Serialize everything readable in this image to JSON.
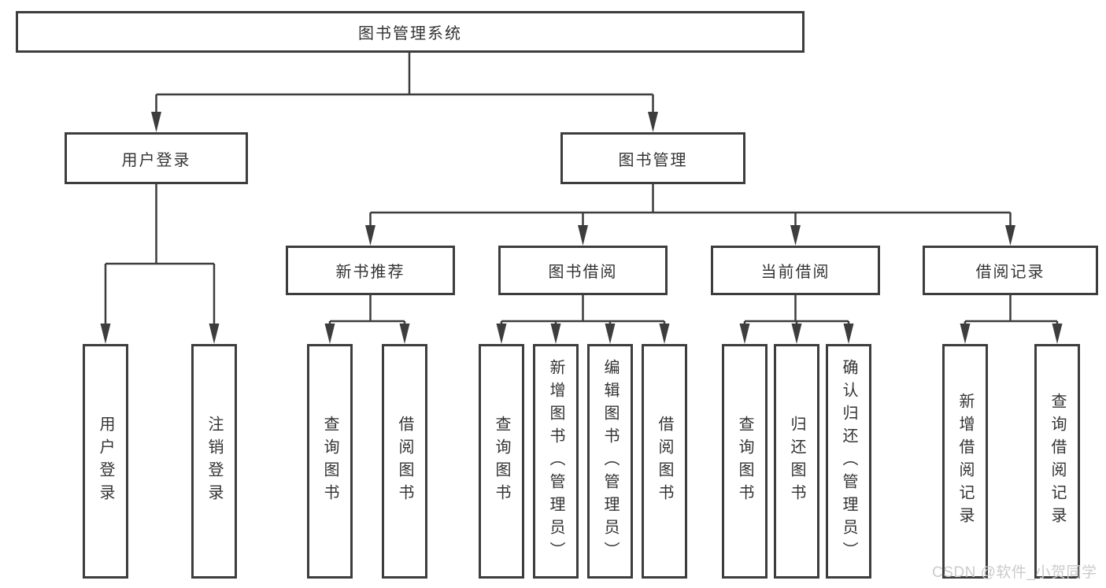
{
  "watermark": "CSDN @软件_小贺同学",
  "colors": {
    "border": "#3d3d3d",
    "line": "#3d3d3d",
    "text": "#333333",
    "watermark_color": "#cbcbcb",
    "background": "#ffffff"
  },
  "tree": {
    "label": "图书管理系统",
    "children": [
      {
        "label": "用户登录",
        "children": [
          {
            "label": "用户登录"
          },
          {
            "label": "注销登录"
          }
        ]
      },
      {
        "label": "图书管理",
        "children": [
          {
            "label": "新书推荐",
            "children": [
              {
                "label": "查询图书"
              },
              {
                "label": "借阅图书"
              }
            ]
          },
          {
            "label": "图书借阅",
            "children": [
              {
                "label": "查询图书"
              },
              {
                "label": "新增图书（管理员）"
              },
              {
                "label": "编辑图书（管理员）"
              },
              {
                "label": "借阅图书"
              }
            ]
          },
          {
            "label": "当前借阅",
            "children": [
              {
                "label": "查询图书"
              },
              {
                "label": "归还图书"
              },
              {
                "label": "确认归还（管理员）"
              }
            ]
          },
          {
            "label": "借阅记录",
            "children": [
              {
                "label": "新增借阅记录"
              },
              {
                "label": "查询借阅记录"
              }
            ]
          }
        ]
      }
    ]
  }
}
